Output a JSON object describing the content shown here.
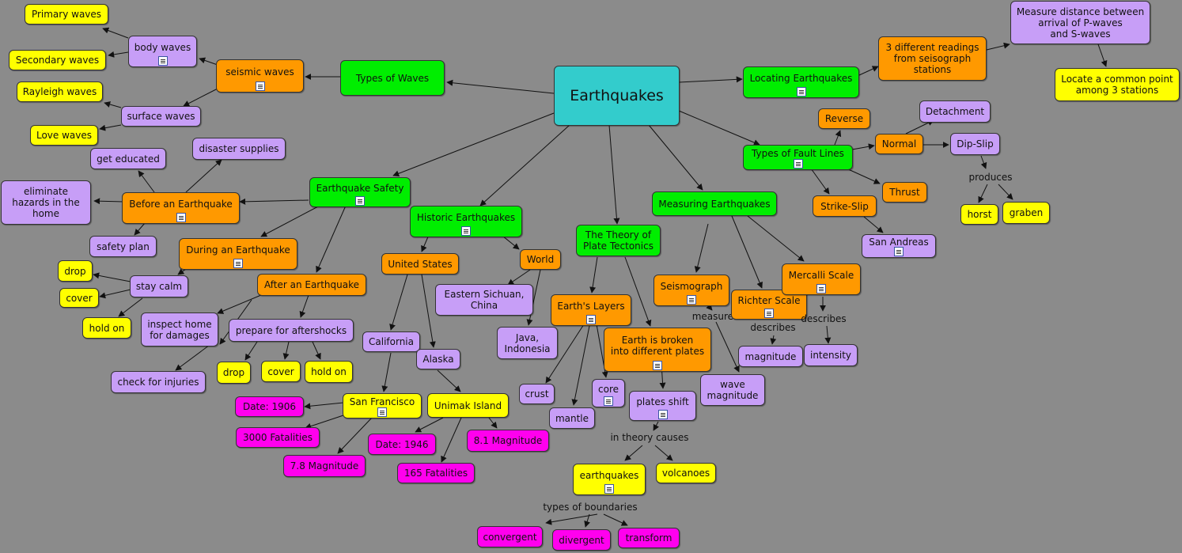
{
  "colors": {
    "background": "#8b8b8b",
    "green": "#00ee00",
    "orange": "#ff9900",
    "purple": "#c79ef7",
    "yellow": "#ffff00",
    "magenta": "#ff00ee",
    "teal": "#33cccc"
  },
  "nodes": {
    "earthquakes": "Earthquakes",
    "types_of_waves": "Types of Waves",
    "seismic_waves": "seismic waves",
    "body_waves": "body waves",
    "primary_waves": "Primary waves",
    "secondary_waves": "Secondary waves",
    "surface_waves": "surface waves",
    "rayleigh_waves": "Rayleigh waves",
    "love_waves": "Love waves",
    "locating_earthquakes": "Locating Earthquakes",
    "three_readings": "3 different readings\nfrom seisograph\nstations",
    "measure_distance": "Measure distance between\narrival of P-waves\nand S-waves",
    "locate_common_point": "Locate a common point\namong 3 stations",
    "types_of_fault_lines": "Types of Fault Lines",
    "reverse": "Reverse",
    "normal": "Normal",
    "detachment": "Detachment",
    "dip_slip": "Dip-Slip",
    "horst": "horst",
    "graben": "graben",
    "thrust": "Thrust",
    "strike_slip": "Strike-Slip",
    "san_andreas": "San Andreas",
    "earthquake_safety": "Earthquake Safety",
    "before_an_earthquake": "Before an Earthquake",
    "get_educated": "get educated",
    "disaster_supplies": "disaster supplies",
    "eliminate_hazards": "eliminate\nhazards in the\nhome",
    "safety_plan": "safety plan",
    "during_an_earthquake": "During an Earthquake",
    "stay_calm": "stay calm",
    "drop_1": "drop",
    "cover_1": "cover",
    "hold_on_1": "hold on",
    "after_an_earthquake": "After an Earthquake",
    "inspect_home": "inspect home\nfor damages",
    "prepare_aftershocks": "prepare for aftershocks",
    "drop_2": "drop",
    "cover_2": "cover",
    "hold_on_2": "hold on",
    "check_injuries": "check for injuries",
    "historic_earthquakes": "Historic Earthquakes",
    "united_states": "United States",
    "world": "World",
    "eastern_sichuan": "Eastern Sichuan,\nChina",
    "java_indonesia": "Java,\nIndonesia",
    "california": "California",
    "alaska": "Alaska",
    "san_francisco": "San Francisco",
    "unimak_island": "Unimak Island",
    "date_1906": "Date: 1906",
    "fatalities_3000": "3000 Fatalities",
    "magnitude_78": "7.8 Magnitude",
    "date_1946": "Date: 1946",
    "fatalities_165": "165 Fatalities",
    "magnitude_81": "8.1 Magnitude",
    "theory_plate_tectonics": "The Theory of\nPlate Tectonics",
    "earths_layers": "Earth's Layers",
    "crust": "crust",
    "mantle": "mantle",
    "core": "core",
    "earth_broken": "Earth is broken\ninto different plates",
    "plates_shift": "plates shift",
    "quakes_result": "earthquakes",
    "volcanoes": "volcanoes",
    "convergent": "convergent",
    "divergent": "divergent",
    "transform": "transform",
    "measuring_earthquakes": "Measuring Earthquakes",
    "seismograph": "Seismograph",
    "richter_scale": "Richter Scale",
    "mercalli_scale": "Mercalli Scale",
    "magnitude": "magnitude",
    "intensity": "intensity",
    "wave_magnitude": "wave\nmagnitude"
  },
  "link_labels": {
    "produces": "produces",
    "measures": "measures",
    "describes_1": "describes",
    "describes_2": "describes",
    "in_theory_causes": "in theory causes",
    "types_of_boundaries": "types of boundaries"
  }
}
